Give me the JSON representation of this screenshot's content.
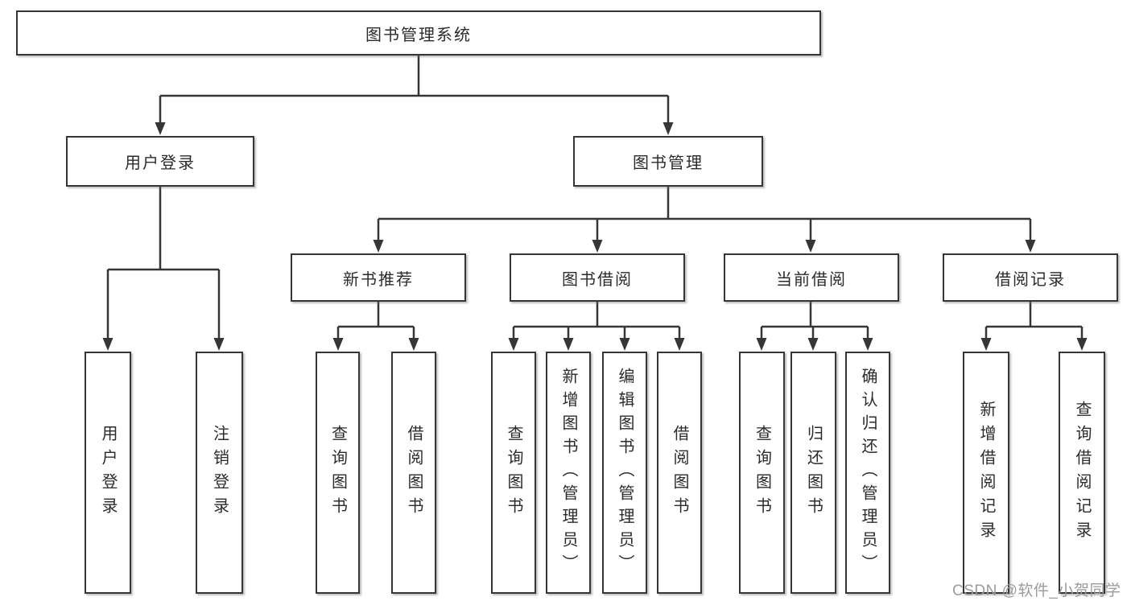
{
  "diagram": {
    "root": {
      "label": "图书管理系统"
    },
    "level2": [
      {
        "label": "用户登录"
      },
      {
        "label": "图书管理"
      }
    ],
    "level3": [
      {
        "label": "新书推荐"
      },
      {
        "label": "图书借阅"
      },
      {
        "label": "当前借阅"
      },
      {
        "label": "借阅记录"
      }
    ],
    "leaves": [
      {
        "label": "用户登录"
      },
      {
        "label": "注销登录"
      },
      {
        "label": "查询图书"
      },
      {
        "label": "借阅图书"
      },
      {
        "label": "查询图书"
      },
      {
        "label": "新增图书（管理员）"
      },
      {
        "label": "编辑图书（管理员）"
      },
      {
        "label": "借阅图书"
      },
      {
        "label": "查询图书"
      },
      {
        "label": "归还图书"
      },
      {
        "label": "确认归还（管理员）"
      },
      {
        "label": "新增借阅记录"
      },
      {
        "label": "查询借阅记录"
      }
    ]
  },
  "watermark": {
    "text": "CSDN @软件_小贺同学"
  },
  "colors": {
    "line": "#363636",
    "text": "#2b2b2b",
    "background": "#ffffff",
    "watermark": "#9b9b9b"
  }
}
